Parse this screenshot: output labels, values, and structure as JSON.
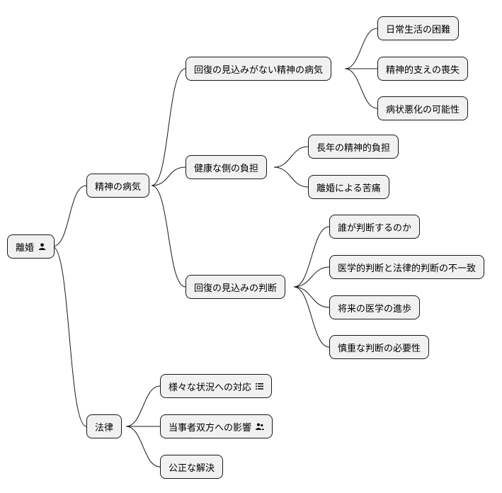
{
  "root": {
    "label": "離婚",
    "icon": "person-icon"
  },
  "branches": {
    "mental": {
      "label": "精神の病気",
      "no_recovery": {
        "label": "回復の見込みがない精神の病気",
        "items": [
          "日常生活の困難",
          "精神的支えの喪失",
          "病状悪化の可能性"
        ]
      },
      "healthy_burden": {
        "label": "健康な側の負担",
        "items": [
          "長年の精神的負担",
          "離婚による苦痛"
        ]
      },
      "recovery_judgment": {
        "label": "回復の見込みの判断",
        "items": [
          "誰が判断するのか",
          "医学的判断と法律的判断の不一致",
          "将来の医学の進歩",
          "慎重な判断の必要性"
        ]
      }
    },
    "law": {
      "label": "法律",
      "items": [
        "様々な状況への対応",
        "当事者双方への影響",
        "公正な解決"
      ],
      "item_icons": [
        "list-icon",
        "people-icon",
        ""
      ]
    }
  }
}
